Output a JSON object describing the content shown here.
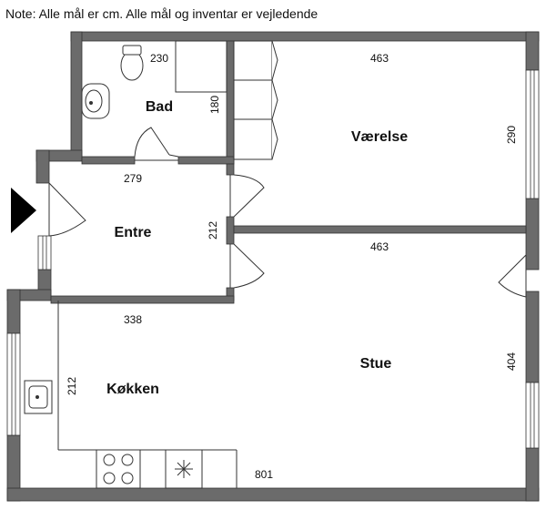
{
  "note": "Note: Alle mål er cm. Alle mål og inventar er vejledende",
  "rooms": {
    "bad": "Bad",
    "vaerelse": "Værelse",
    "entre": "Entre",
    "stue": "Stue",
    "kokken": "Køkken"
  },
  "dimensions": {
    "bad_width": "230",
    "bad_height": "180",
    "entre_width": "279",
    "entre_height": "212",
    "vaerelse_width": "463",
    "vaerelse_height": "290",
    "stue_width": "463",
    "stue_height": "404",
    "kokken_width": "338",
    "kokken_height": "212",
    "total_width": "801"
  },
  "colors": {
    "wall": "#6b6b6b",
    "wall_edge": "#333333",
    "fixture": "#444444",
    "entrance_marker": "#000000"
  },
  "icons": {
    "entrance": "entrance-arrow-icon",
    "toilet": "toilet-icon",
    "bathroom_sink": "sink-icon",
    "kitchen_sink": "kitchen-sink-icon",
    "stove": "stove-icon"
  }
}
